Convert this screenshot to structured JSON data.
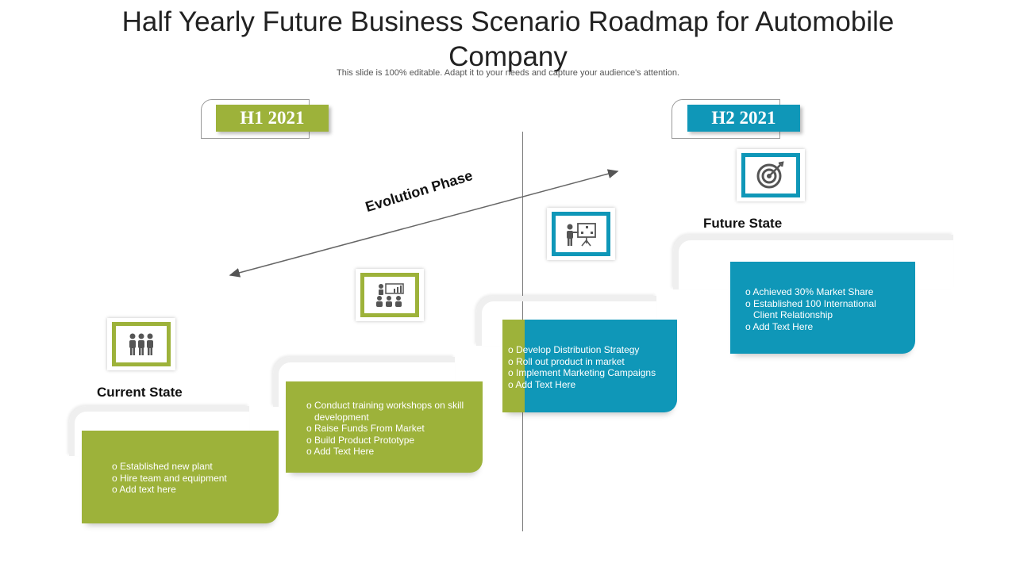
{
  "title": "Half Yearly Future Business Scenario Roadmap for Automobile Company",
  "subtitle": "This slide is 100% editable. Adapt it to your needs and capture your audience's attention.",
  "periods": [
    {
      "label": "H1 2021",
      "color": "#9db23a"
    },
    {
      "label": "H2 2021",
      "color": "#0f97b8"
    }
  ],
  "evolution_label": "Evolution Phase",
  "states": {
    "current": "Current State",
    "future": "Future State"
  },
  "steps": [
    {
      "icon": "team-icon",
      "color": "#9db23a",
      "items": [
        "Established new plant",
        "Hire team and equipment",
        "Add text here"
      ]
    },
    {
      "icon": "training-presentation-icon",
      "color": "#9db23a",
      "items": [
        "Conduct training workshops on skill development",
        "Raise Funds From Market",
        "Build Product Prototype",
        "Add Text Here"
      ]
    },
    {
      "icon": "presenter-chart-icon",
      "color": "#0f97b8",
      "items": [
        "Develop Distribution Strategy",
        "Roll out product in market",
        "Implement Marketing Campaigns",
        "Add Text Here"
      ]
    },
    {
      "icon": "target-icon",
      "color": "#0f97b8",
      "items": [
        "Achieved 30% Market Share",
        "Established 100 International Client Relationship",
        "Add Text Here"
      ]
    }
  ]
}
